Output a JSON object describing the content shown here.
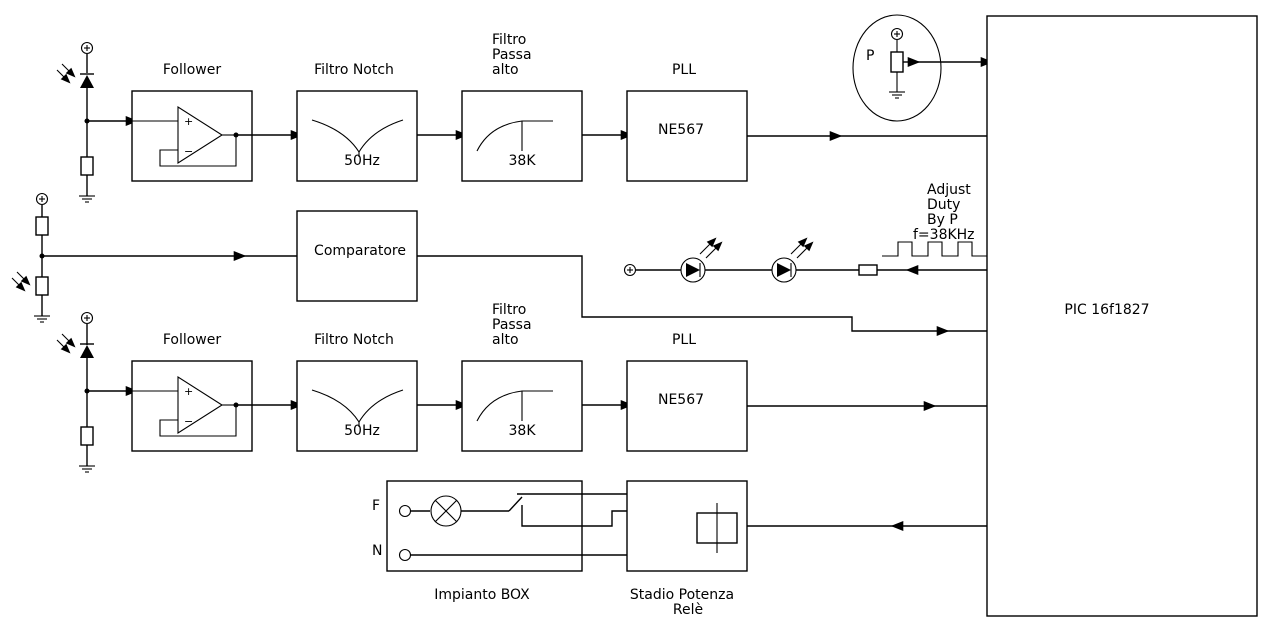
{
  "blocks": {
    "follower": "Follower",
    "notch": "Filtro Notch",
    "notch_freq": "50Hz",
    "highpass_l1": "Filtro",
    "highpass_l2": "Passa",
    "highpass_l3": "alto",
    "highpass_freq": "38K",
    "pll": "PLL",
    "ne567": "NE567",
    "comparator": "Comparatore",
    "mcu": "PIC 16f1827",
    "pot": "P",
    "box": "Impianto BOX",
    "power_l1": "Stadio Potenza",
    "power_l2": "Relè",
    "phase": "F",
    "neutral": "N"
  },
  "pwm_note": {
    "l1": "Adjust",
    "l2": "Duty",
    "l3": "By P",
    "l4": "f=38KHz"
  },
  "icons": [
    "plus-supply-icon",
    "photodiode-icon",
    "resistor-icon",
    "ground-icon",
    "opamp-icon",
    "led-icon",
    "lamp-icon",
    "relay-coil-icon",
    "switch-contact-icon",
    "potentiometer-icon"
  ]
}
